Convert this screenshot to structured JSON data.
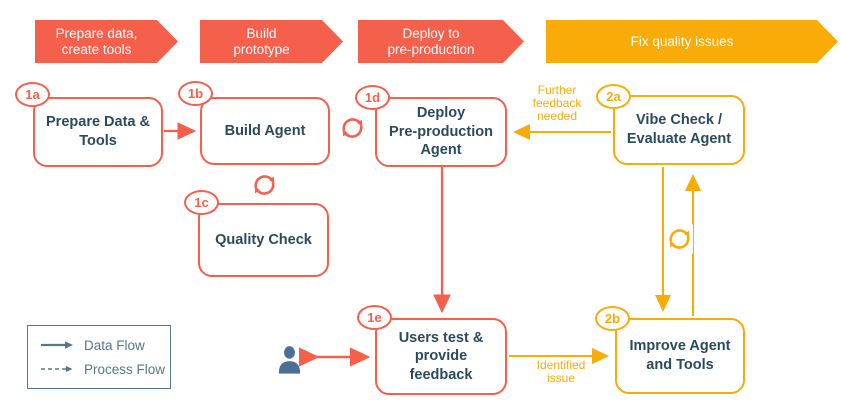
{
  "colors": {
    "coral": "#F4604C",
    "amber": "#F9AB07",
    "node_text_navy": "#2A4B5E",
    "legend_slate": "#54788C",
    "user_icon_blue": "#4C7095",
    "background": "#FFFFFF"
  },
  "stage_banners": [
    {
      "id": "stage-1",
      "label": "Prepare data,\ncreate tools",
      "color": "#F4604C"
    },
    {
      "id": "stage-2",
      "label": "Build\nprototype",
      "color": "#F4604C"
    },
    {
      "id": "stage-3",
      "label": "Deploy to\npre-production",
      "color": "#F4604C"
    },
    {
      "id": "stage-4",
      "label": "Fix quality issues",
      "color": "#F9AB07"
    }
  ],
  "nodes": [
    {
      "id": "1a",
      "badge": "1a",
      "label": "Prepare Data &\nTools",
      "group": "red"
    },
    {
      "id": "1b",
      "badge": "1b",
      "label": "Build Agent",
      "group": "red"
    },
    {
      "id": "1c",
      "badge": "1c",
      "label": "Quality Check",
      "group": "red"
    },
    {
      "id": "1d",
      "badge": "1d",
      "label": "Deploy\nPre-production\nAgent",
      "group": "red"
    },
    {
      "id": "1e",
      "badge": "1e",
      "label": "Users test &\nprovide\nfeedback",
      "group": "red"
    },
    {
      "id": "2a",
      "badge": "2a",
      "label": "Vibe Check /\nEvaluate Agent",
      "group": "amber"
    },
    {
      "id": "2b",
      "badge": "2b",
      "label": "Improve Agent\nand Tools",
      "group": "amber"
    }
  ],
  "edge_labels": [
    {
      "id": "further-feedback",
      "text": "Further\nfeedback\nneeded"
    },
    {
      "id": "identified-issue",
      "text": "Identified\nissue"
    }
  ],
  "legend": {
    "items": [
      {
        "label": "Data Flow",
        "line": "solid"
      },
      {
        "label": "Process Flow",
        "line": "dashed"
      }
    ]
  },
  "icons": {
    "sync_loop": "↻",
    "user": "👤"
  }
}
